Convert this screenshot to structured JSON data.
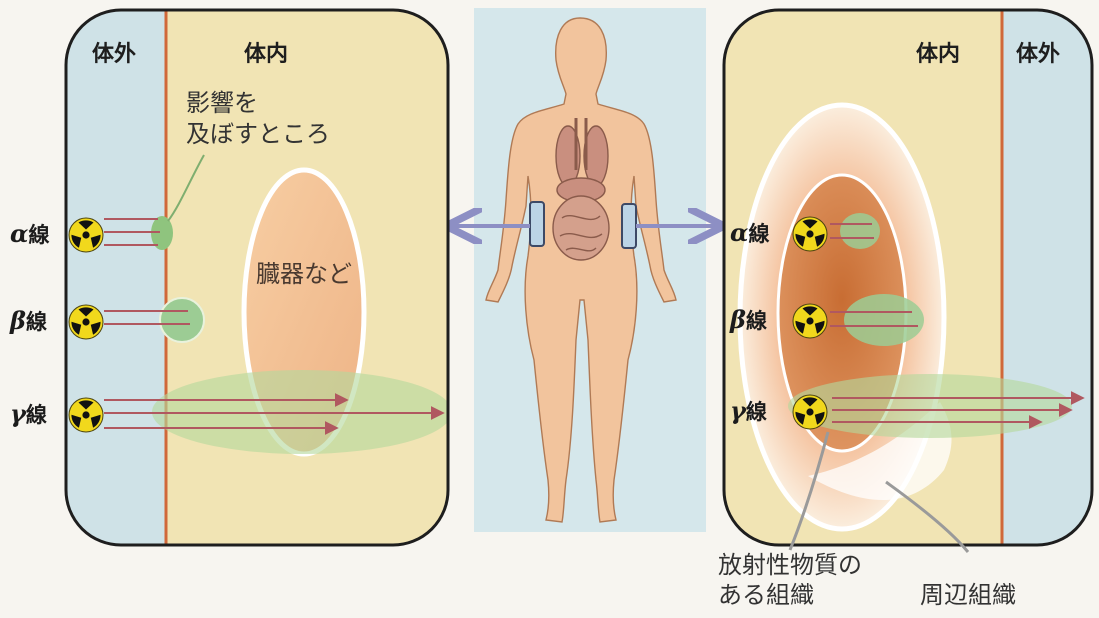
{
  "left_panel": {
    "outside_label": "体外",
    "inside_label": "体内",
    "effect_label_line1": "影響を",
    "effect_label_line2": "及ぼすところ",
    "organ_label": "臓器など"
  },
  "right_panel": {
    "inside_label": "体内",
    "outside_label": "体外",
    "source_tissue_line1": "放射性物質の",
    "source_tissue_line2": "ある組織",
    "surrounding_tissue": "周辺組織"
  },
  "rays": {
    "alpha": {
      "symbol": "α",
      "suffix": "線"
    },
    "beta": {
      "symbol": "β",
      "suffix": "線"
    },
    "gamma": {
      "symbol": "γ",
      "suffix": "線"
    }
  },
  "colors": {
    "outside_body": "#cfe2e7",
    "inside_body": "#f1e4b4",
    "skin_line": "#d0683a",
    "organ": "#f0c193",
    "effect_zone": "#9ccc94",
    "arrow": "#b05860",
    "connector_arrow": "#8d8fc4",
    "radiation_yellow": "#f1d81c",
    "tissue_core": "#d98d5a",
    "body_silhouette": "#f2c49d"
  },
  "icons": [
    "radiation-icon",
    "human-body-icon",
    "double-arrow-icon"
  ]
}
